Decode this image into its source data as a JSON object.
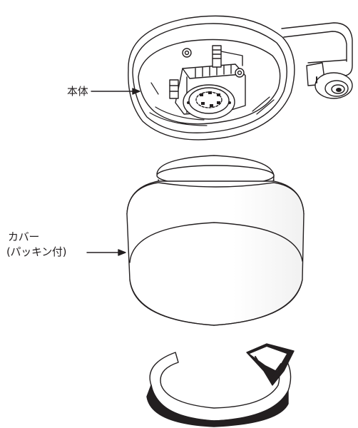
{
  "labels": {
    "body": "本体",
    "cover_line1": "カバー",
    "cover_line2": "(パッキン付)"
  }
}
